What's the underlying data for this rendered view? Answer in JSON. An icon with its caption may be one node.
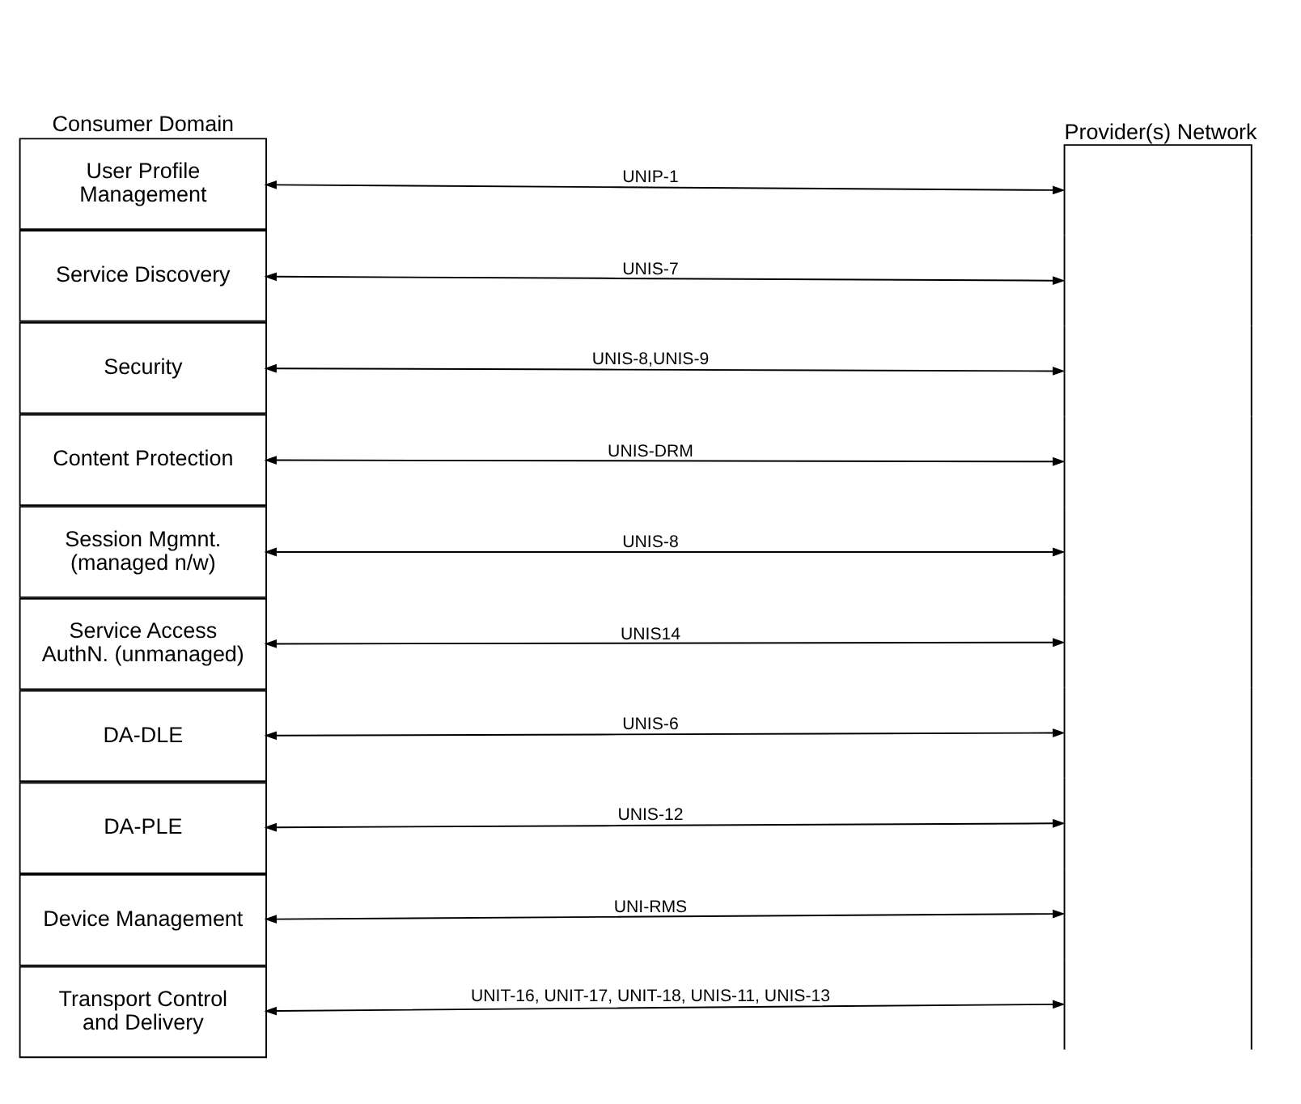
{
  "diagram": {
    "nodes": [
      {
        "text": [
          "User Profile Management"
        ]
      },
      {
        "text": [
          "Service Discovery"
        ]
      },
      {
        "text": [
          "Security"
        ]
      },
      {
        "text": [
          "Content Protection"
        ]
      },
      {
        "text": [
          "Session Mgmnt. (managed n/w)"
        ]
      },
      {
        "text": [
          "Service Access AuthN. (unmanaged)"
        ]
      },
      {
        "text": [
          "DA-DLE"
        ]
      },
      {
        "text": [
          "DA-PLE"
        ]
      },
      {
        "text": [
          "Device Management"
        ]
      },
      {
        "text": [
          "Transport Control and Delivery"
        ]
      },
      {
        "text": [
          "Provider(s) Network"
        ]
      }
    ],
    "edges": [
      {
        "from": 0,
        "to": 10,
        "arrow": "both",
        "label": "UNIP-1"
      },
      {
        "from": 1,
        "to": 10,
        "arrow": "both",
        "label": "UNIS-7"
      },
      {
        "from": 2,
        "to": 10,
        "arrow": "both",
        "label": "UNIS-8,UNIS-9"
      },
      {
        "from": 3,
        "to": 10,
        "arrow": "both",
        "label": "UNIS-DRM"
      },
      {
        "from": 4,
        "to": 10,
        "arrow": "both",
        "label": "UNIS-8"
      },
      {
        "from": 5,
        "to": 10,
        "arrow": "both",
        "label": "UNIS14"
      },
      {
        "from": 6,
        "to": 10,
        "arrow": "both",
        "label": "UNIS-6"
      },
      {
        "from": 7,
        "to": 10,
        "arrow": "both",
        "label": "UNIS-12"
      },
      {
        "from": 8,
        "to": 10,
        "arrow": "both",
        "label": "UNI-RMS"
      },
      {
        "from": 9,
        "to": 10,
        "arrow": "both",
        "label": "UNIT-16, UNIT-17, UNIT-18, UNIS-11, UNIS-13"
      }
    ],
    "labels": [
      "Consumer Domain"
    ]
  }
}
